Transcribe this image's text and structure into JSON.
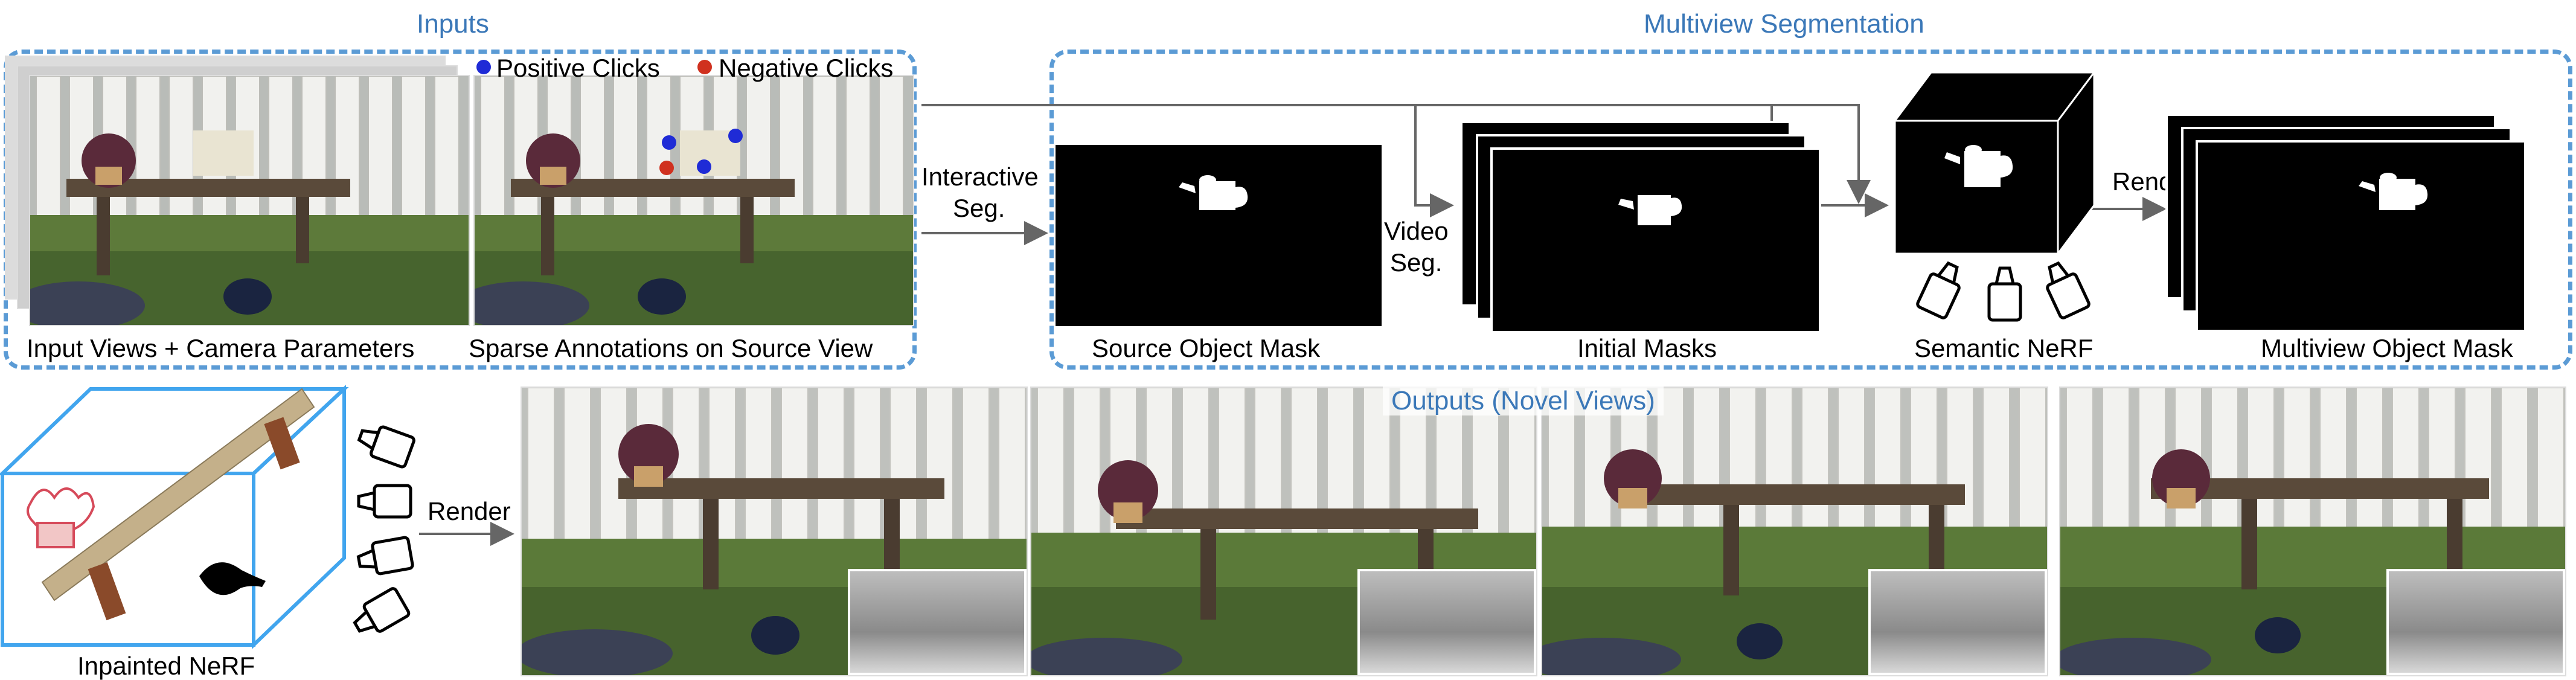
{
  "inputs": {
    "title": "Inputs",
    "legend": {
      "positive": "Positive Clicks",
      "negative": "Negative Clicks",
      "positive_color": "#1f2bd6",
      "negative_color": "#d0311f"
    },
    "caption_views": "Input Views + Camera Parameters",
    "caption_annotations": "Sparse Annotations on Source View"
  },
  "segmentation": {
    "title": "Multiview Segmentation",
    "interactive_label": [
      "Interactive",
      "Seg."
    ],
    "video_label": [
      "Video",
      "Seg."
    ],
    "render_label": "Render",
    "caption_source": "Source Object Mask",
    "caption_initial": "Initial Masks",
    "caption_semantic": "Semantic NeRF",
    "caption_multiview": "Multiview Object Mask"
  },
  "outputs": {
    "title": "Outputs (Novel Views)",
    "render_label": "Render",
    "caption_inpainted": "Inpainted NeRF"
  },
  "colors": {
    "accent": "#5b9bd5",
    "title": "#3b78b8",
    "cube_edge": "#41a5ee"
  }
}
